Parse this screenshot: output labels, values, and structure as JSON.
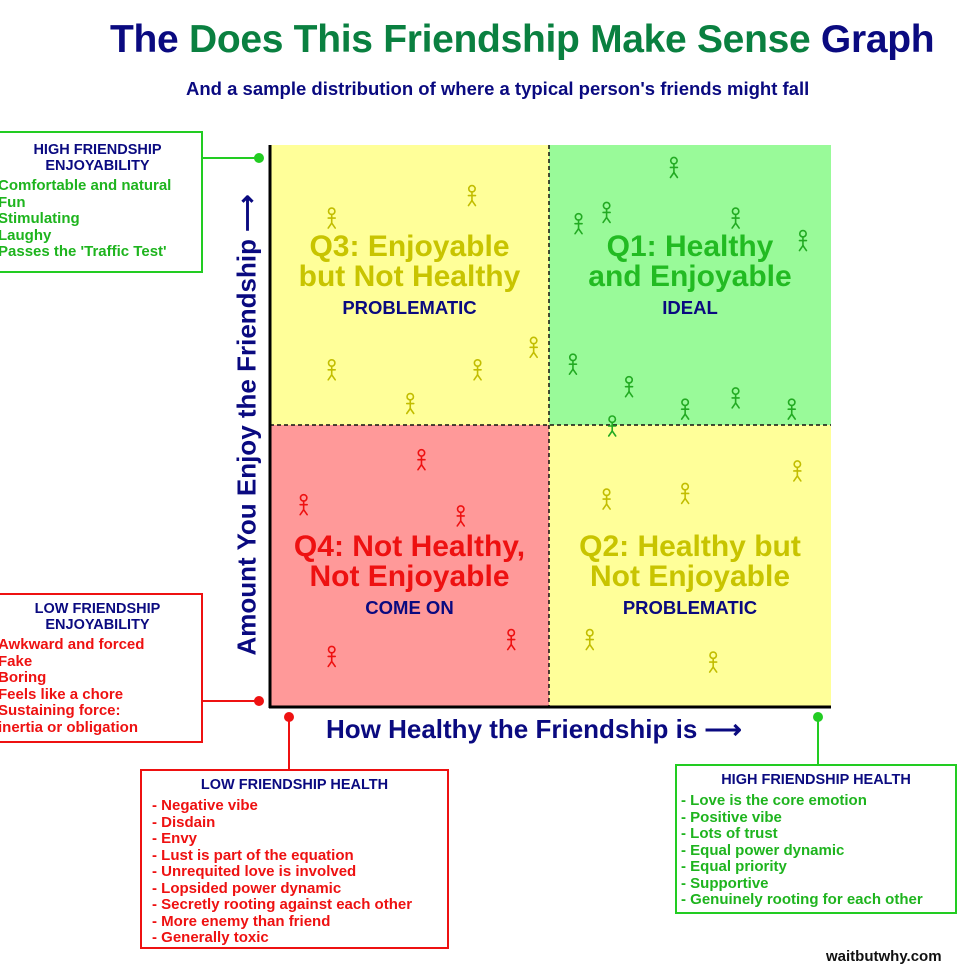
{
  "title": {
    "prefix": "The",
    "middle": "Does This Friendship Make Sense",
    "suffix": "Graph"
  },
  "subtitle": "And a sample distribution of where a typical person's friends might fall",
  "axes": {
    "y_label": "Amount You Enjoy the Friendship ⟶",
    "x_label": "How Healthy the Friendship is ⟶"
  },
  "quadrants": {
    "q1": {
      "title_line1": "Q1: Healthy",
      "title_line2": "and Enjoyable",
      "verdict": "IDEAL",
      "color": "#99fa99",
      "text_color": "#22bb22",
      "figure_color": "#22aa22"
    },
    "q2": {
      "title_line1": "Q2: Healthy but",
      "title_line2": "Not Enjoyable",
      "verdict": "PROBLEMATIC",
      "color": "#ffff99",
      "text_color": "#c8c400",
      "figure_color": "#c2bd00"
    },
    "q3": {
      "title_line1": "Q3: Enjoyable",
      "title_line2": "but Not Healthy",
      "verdict": "PROBLEMATIC",
      "color": "#ffff99",
      "text_color": "#c8c400",
      "figure_color": "#c2bd00"
    },
    "q4": {
      "title_line1": "Q4: Not Healthy,",
      "title_line2": "Not Enjoyable",
      "verdict": "COME ON",
      "color": "#ff9999",
      "text_color": "#ee1111",
      "figure_color": "#ee1111"
    }
  },
  "friends": {
    "note": "positions in data units: health (x) and enjoyment (y), both on 0-1 scale",
    "q1": [
      [
        0.72,
        0.96
      ],
      [
        0.55,
        0.86
      ],
      [
        0.6,
        0.88
      ],
      [
        0.83,
        0.87
      ],
      [
        0.95,
        0.83
      ],
      [
        0.54,
        0.61
      ],
      [
        0.64,
        0.57
      ],
      [
        0.74,
        0.53
      ],
      [
        0.83,
        0.55
      ],
      [
        0.93,
        0.53
      ],
      [
        0.61,
        0.5
      ]
    ],
    "q2": [
      [
        0.6,
        0.37
      ],
      [
        0.74,
        0.38
      ],
      [
        0.94,
        0.42
      ],
      [
        0.57,
        0.12
      ],
      [
        0.79,
        0.08
      ]
    ],
    "q3": [
      [
        0.11,
        0.87
      ],
      [
        0.36,
        0.91
      ],
      [
        0.11,
        0.6
      ],
      [
        0.37,
        0.6
      ],
      [
        0.47,
        0.64
      ],
      [
        0.25,
        0.54
      ]
    ],
    "q4": [
      [
        0.27,
        0.44
      ],
      [
        0.06,
        0.36
      ],
      [
        0.34,
        0.34
      ],
      [
        0.43,
        0.12
      ],
      [
        0.11,
        0.09
      ]
    ]
  },
  "boxes": {
    "high_enjoyability": {
      "header": [
        "HIGH FRIENDSHIP",
        "ENJOYABILITY"
      ],
      "items": [
        "Comfortable and natural",
        "Fun",
        "Stimulating",
        "Laughy",
        "Passes the 'Traffic Test'"
      ]
    },
    "low_enjoyability": {
      "header": [
        "LOW FRIENDSHIP",
        "ENJOYABILITY"
      ],
      "items": [
        "Awkward and forced",
        "Fake",
        "Boring",
        "Feels like a chore",
        "Sustaining force:",
        " inertia or obligation"
      ]
    },
    "low_health": {
      "header": [
        "LOW FRIENDSHIP HEALTH"
      ],
      "items": [
        "- Negative vibe",
        "- Disdain",
        "- Envy",
        "- Lust is part of the equation",
        "- Unrequited love is involved",
        "- Lopsided power dynamic",
        "- Secretly rooting against each other",
        "- More enemy than friend",
        "- Generally toxic"
      ]
    },
    "high_health": {
      "header": [
        "HIGH FRIENDSHIP HEALTH"
      ],
      "items": [
        "- Love is the core emotion",
        "- Positive vibe",
        "- Lots of trust",
        "- Equal power dynamic",
        "- Equal priority",
        "- Supportive",
        "- Genuinely rooting for each other"
      ]
    }
  },
  "watermark": "waitbutwhy.com",
  "colors": {
    "navy": "#0a0a80",
    "title_green": "#0a8040",
    "connector_green": "#22cc22",
    "connector_red": "#ee1111"
  }
}
